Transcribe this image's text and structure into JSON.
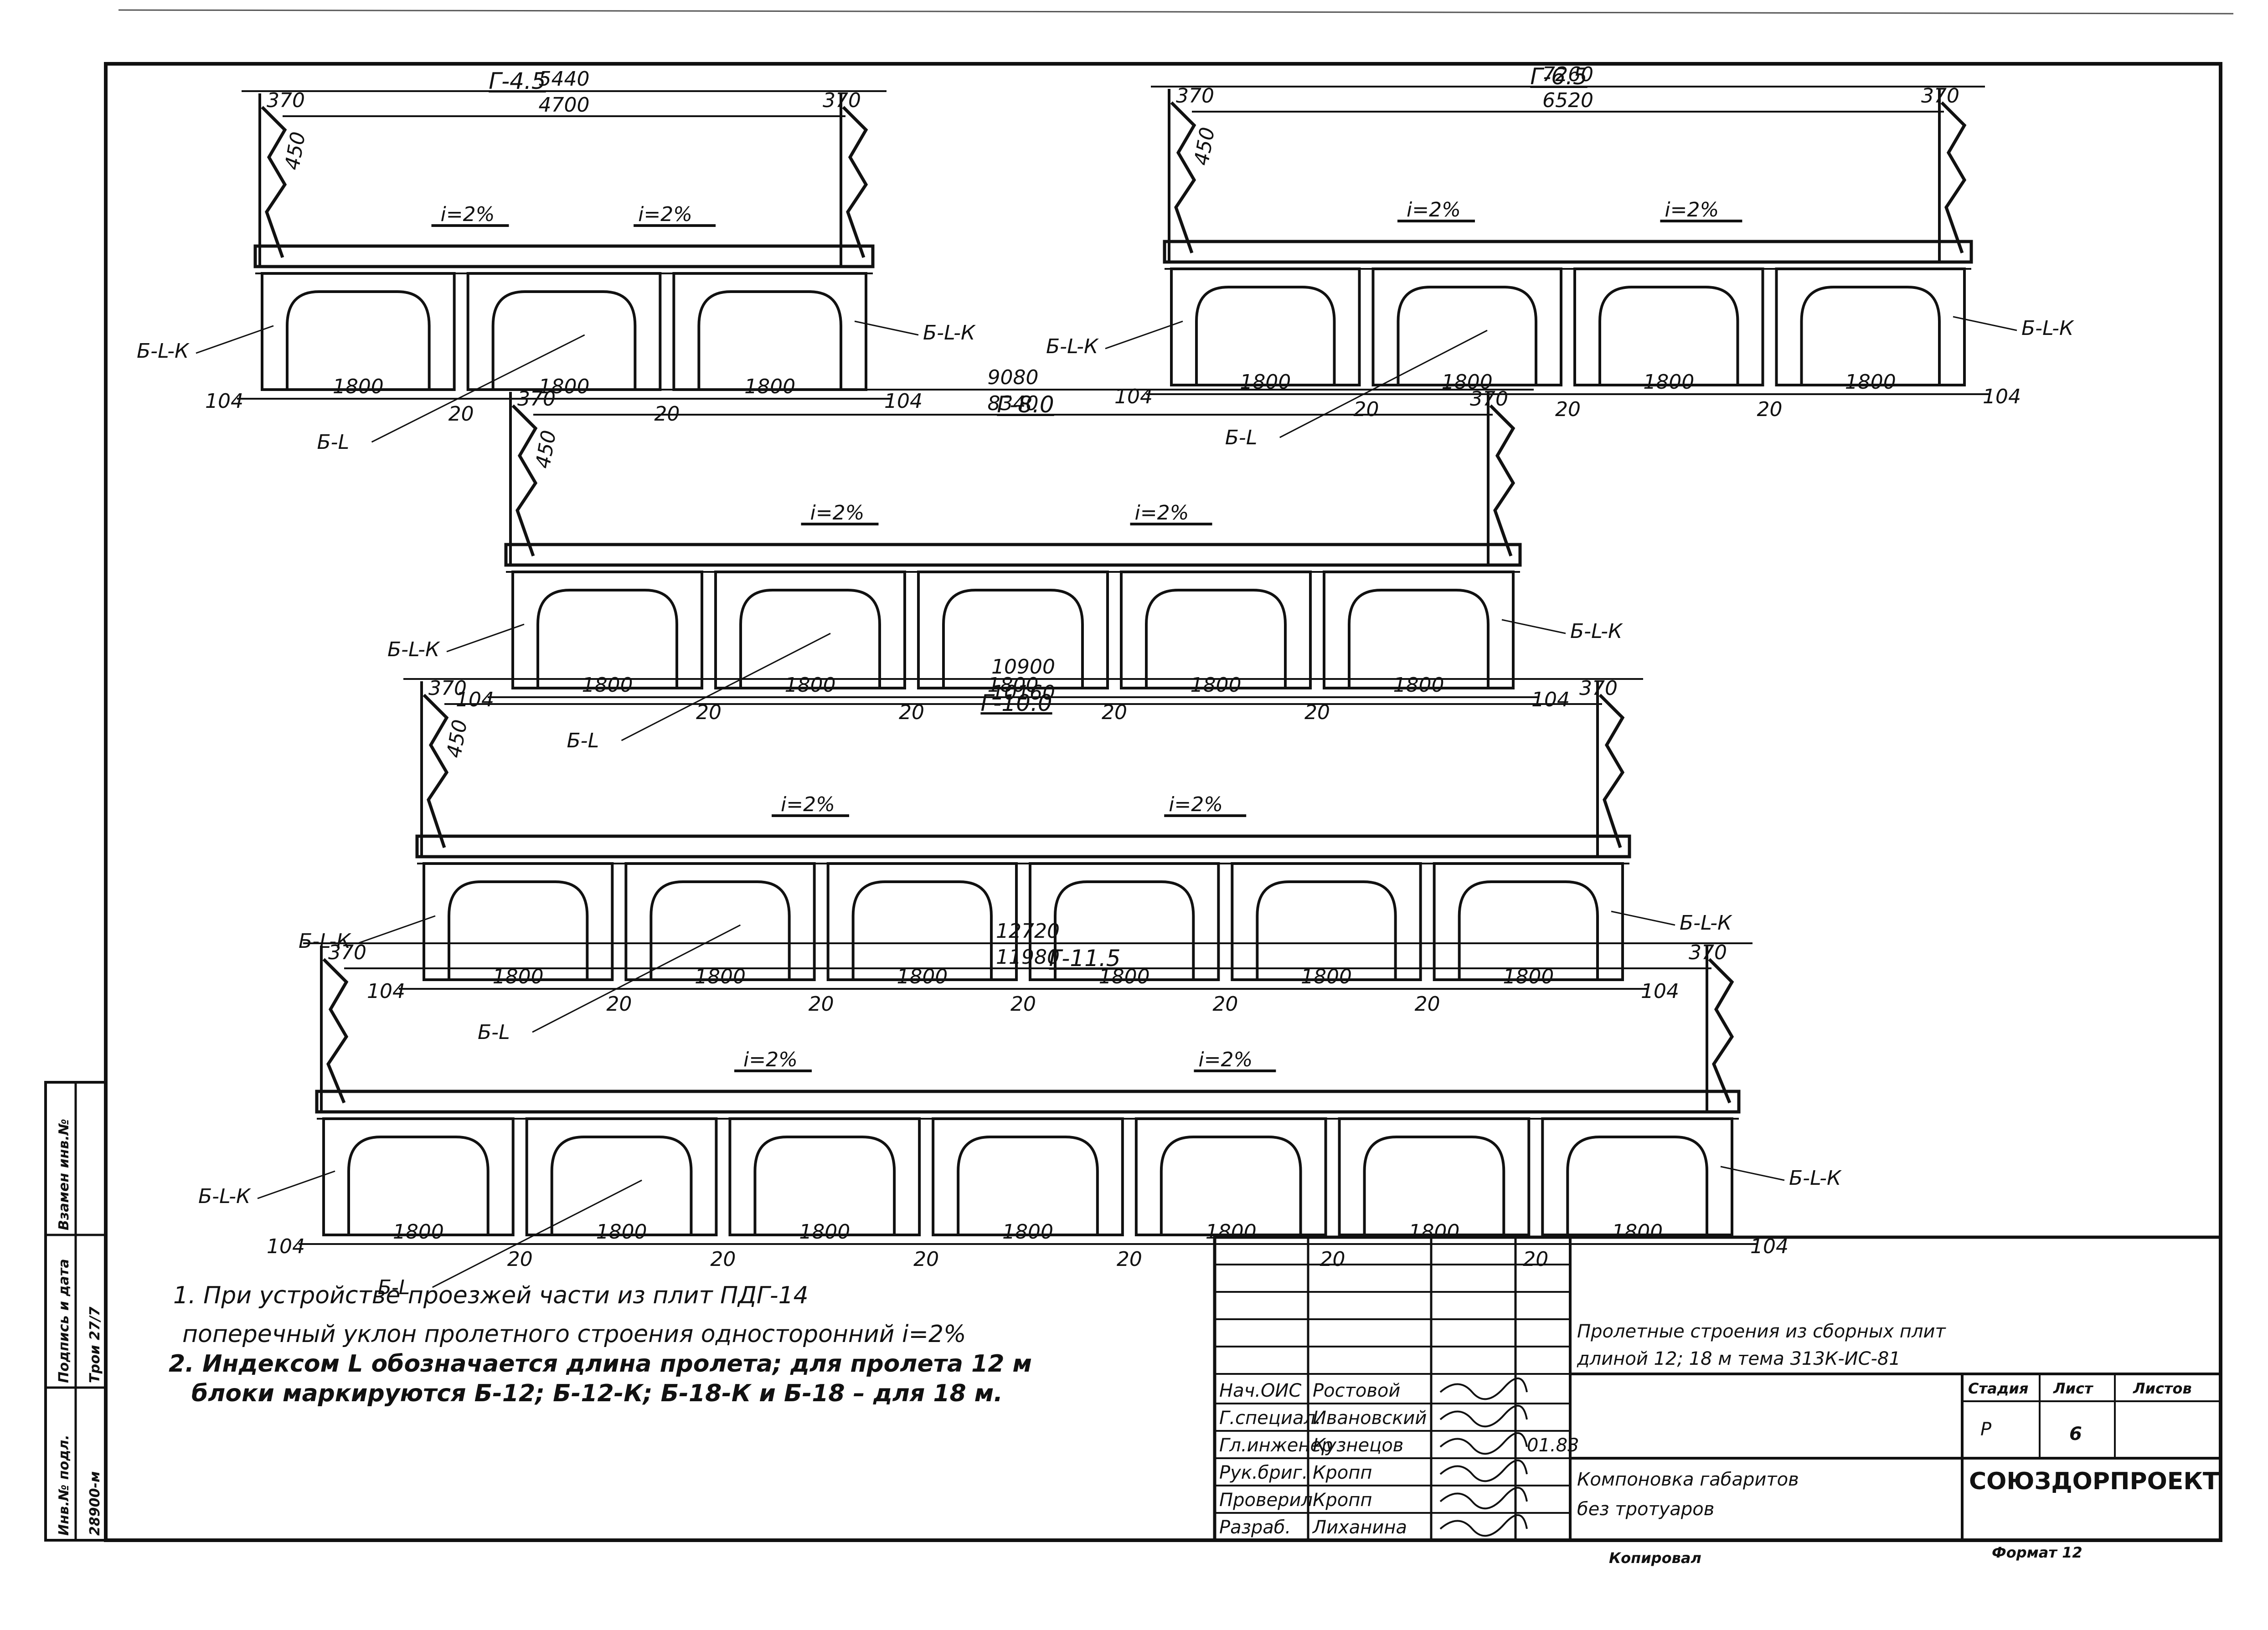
{
  "sections": [
    {
      "title": "Г-4.5",
      "total": "5440",
      "inner": "4700",
      "rail": "370",
      "rail_right": "370",
      "height": "450",
      "slope_left": "i=2%",
      "slope_right": "i=2%",
      "block_left": "Б-L-К",
      "block_right": "Б-L-К",
      "block_mid": "Б-L",
      "edge": "104",
      "spans": [
        "1800",
        "1800",
        "1800"
      ],
      "gaps": [
        "20",
        "20"
      ]
    },
    {
      "title": "Г-6.5",
      "total": "7260",
      "inner": "6520",
      "rail": "370",
      "rail_right": "370",
      "height": "450",
      "slope_left": "i=2%",
      "slope_right": "i=2%",
      "block_left": "Б-L-К",
      "block_right": "Б-L-К",
      "block_mid": "Б-L",
      "edge": "104",
      "spans": [
        "1800",
        "1800",
        "1800",
        "1800"
      ],
      "gaps": [
        "20",
        "20",
        "20"
      ]
    },
    {
      "title": "Г-8.0",
      "total": "9080",
      "inner": "8340",
      "rail": "370",
      "rail_right": "370",
      "height": "450",
      "slope_left": "i=2%",
      "slope_right": "i=2%",
      "block_left": "Б-L-К",
      "block_right": "Б-L-К",
      "block_mid": "Б-L",
      "edge": "104",
      "spans": [
        "1800",
        "1800",
        "1800",
        "1800",
        "1800"
      ],
      "gaps": [
        "20",
        "20",
        "20",
        "20"
      ]
    },
    {
      "title": "Г-10.0",
      "total": "10900",
      "inner": "10160",
      "rail": "370",
      "rail_right": "370",
      "height": "450",
      "slope_left": "i=2%",
      "slope_right": "i=2%",
      "block_left": "Б-L-К",
      "block_right": "Б-L-К",
      "block_mid": "Б-L",
      "edge": "104",
      "spans": [
        "1800",
        "1800",
        "1800",
        "1800",
        "1800",
        "1800"
      ],
      "gaps": [
        "20",
        "20",
        "20",
        "20",
        "20"
      ]
    },
    {
      "title": "Г-11.5",
      "total": "12720",
      "inner": "11980",
      "rail": "370",
      "rail_right": "370",
      "height": "",
      "slope_left": "i=2%",
      "slope_right": "i=2%",
      "block_left": "Б-L-К",
      "block_right": "Б-L-К",
      "block_mid": "Б-L",
      "edge": "104",
      "spans": [
        "1800",
        "1800",
        "1800",
        "1800",
        "1800",
        "1800",
        "1800"
      ],
      "gaps": [
        "20",
        "20",
        "20",
        "20",
        "20",
        "20"
      ]
    }
  ],
  "notes": {
    "n1a": "1. При   устройстве   проезжей  части  из  плит  ПДГ-14",
    "n1b": "поперечный  уклон  пролетного строения  односторонний i=2%",
    "n2a": "2. Индексом L обозначается  длина  пролета; для пролета 12 м",
    "n2b": "блоки  маркируются  Б-12;  Б-12-К;  Б-18-К  и  Б-18 – для 18 м."
  },
  "side_stamp": {
    "c1": "Инв.№ подл.",
    "c1v": "28900-м",
    "c2": "Подпись и дата",
    "c2v": "Трои 27/7",
    "c3": "Взамен инв.№",
    "c3v": ""
  },
  "title_block": {
    "project": "Пролетные строения из сборных плит длиной 12; 18 м   тема 313К-ИС-81",
    "project_line1": "Пролетные строения из сборных плит",
    "project_line2": "длиной 12; 18 м    тема 313К-ИС-81",
    "sheet_title_line1": "Компоновка габаритов",
    "sheet_title_line2": "без тротуаров",
    "stage_label": "Стадия",
    "sheet_label": "Лист",
    "sheets_label": "Листов",
    "stage": "Р",
    "sheet": "6",
    "sheets": "",
    "organization": "СОЮЗДОРПРОЕКТ",
    "copied": "Копировал",
    "format": "Формат 12",
    "date": "01.83",
    "roles": [
      {
        "role": "Нач.ОИС",
        "name": "Ростовой"
      },
      {
        "role": "Г.специал.",
        "name": "Ивановский"
      },
      {
        "role": "Гл.инженер",
        "name": "Кузнецов"
      },
      {
        "role": "Рук.бриг.",
        "name": "Кропп"
      },
      {
        "role": "Проверил",
        "name": "Кропп"
      },
      {
        "role": "Разраб.",
        "name": "Лиханина"
      }
    ]
  }
}
